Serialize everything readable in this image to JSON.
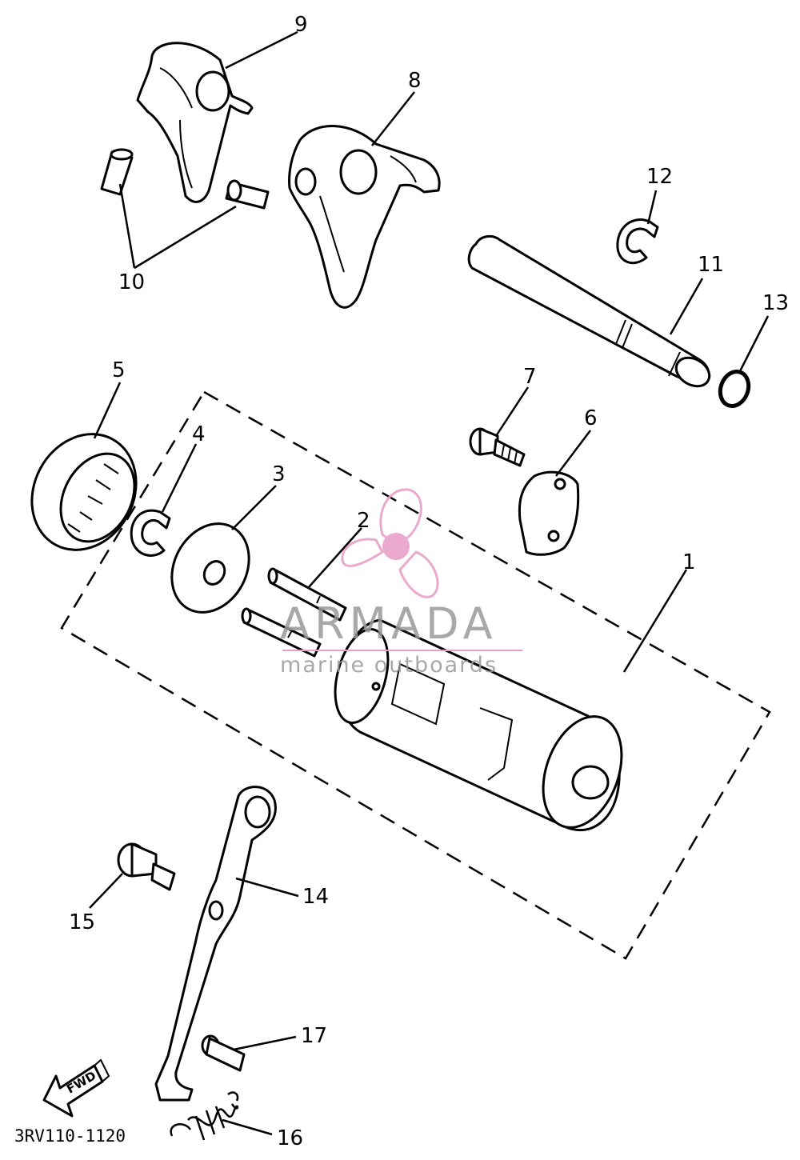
{
  "diagram": {
    "callouts": [
      {
        "id": "c1",
        "text": "1"
      },
      {
        "id": "c2",
        "text": "2"
      },
      {
        "id": "c3",
        "text": "3"
      },
      {
        "id": "c4",
        "text": "4"
      },
      {
        "id": "c5",
        "text": "5"
      },
      {
        "id": "c6",
        "text": "6"
      },
      {
        "id": "c7",
        "text": "7"
      },
      {
        "id": "c8",
        "text": "8"
      },
      {
        "id": "c9",
        "text": "9"
      },
      {
        "id": "c10",
        "text": "10"
      },
      {
        "id": "c11",
        "text": "11"
      },
      {
        "id": "c12",
        "text": "12"
      },
      {
        "id": "c13",
        "text": "13"
      },
      {
        "id": "c14",
        "text": "14"
      },
      {
        "id": "c15",
        "text": "15"
      },
      {
        "id": "c16",
        "text": "16"
      },
      {
        "id": "c17",
        "text": "17"
      }
    ],
    "drawing_code": "3RV110-1120",
    "direction_arrow": "FWD"
  },
  "watermark": {
    "brand": "ARMADA",
    "tagline": "marine outboards",
    "accent_color": "#e8a0c8",
    "icon": "propeller-icon"
  },
  "colors": {
    "line": "#000000",
    "background": "#ffffff",
    "watermark_text": "#9a9a9a"
  }
}
